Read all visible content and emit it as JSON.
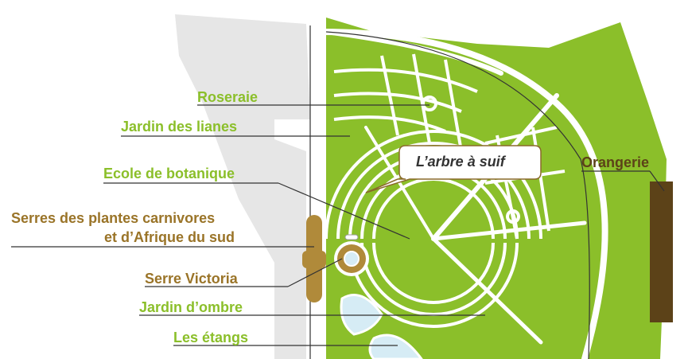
{
  "labels": {
    "roseraie": "Roseraie",
    "lianes": "Jardin des lianes",
    "botanique": "Ecole de botanique",
    "serres_line1": "Serres des plantes carnivores",
    "serres_line2": "et d’Afrique du sud",
    "victoria": "Serre Victoria",
    "ombre": "Jardin d’ombre",
    "etangs": "Les étangs",
    "orangerie": "Orangerie"
  },
  "callout": {
    "text": "L’arbre à suif"
  },
  "colors": {
    "garden_green": "#8bbf2a",
    "path_white": "#ffffff",
    "built_area_gray": "#e6e6e6",
    "greenhouse_brown": "#b08a3a",
    "orangerie_brown": "#5c4218",
    "water_blue": "#d6ecf5",
    "label_green": "#8bbf2a",
    "label_brown": "#9a7428"
  }
}
